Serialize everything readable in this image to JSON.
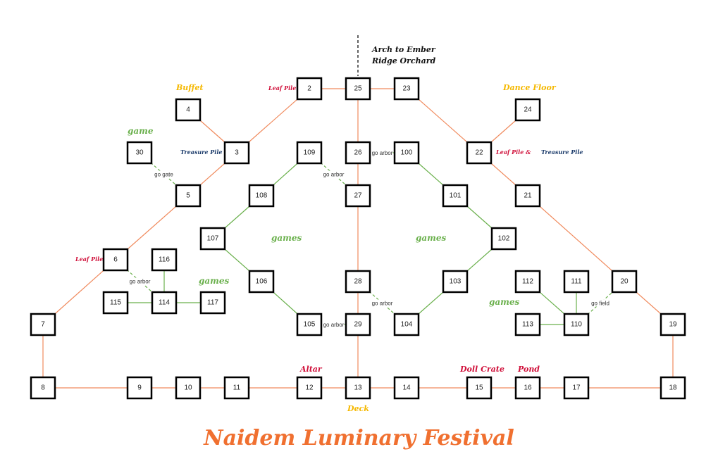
{
  "title": "Naidem Luminary Festival",
  "colors": {
    "path": "#f08a5d",
    "games": "#6ab04c",
    "title": "#f07030",
    "food": "#f5b800",
    "hazard": "#d0103a",
    "treasure": "#1a3a6a"
  },
  "nodes": [
    "2",
    "25",
    "23",
    "4",
    "24",
    "30",
    "3",
    "109",
    "26",
    "100",
    "22",
    "5",
    "108",
    "27",
    "101",
    "21",
    "107",
    "102",
    "6",
    "116",
    "106",
    "28",
    "103",
    "112",
    "111",
    "20",
    "115",
    "114",
    "117",
    "105",
    "29",
    "104",
    "113",
    "110",
    "7",
    "19",
    "8",
    "9",
    "10",
    "11",
    "12",
    "13",
    "14",
    "15",
    "16",
    "17",
    "18"
  ],
  "edges": {
    "main": [
      [
        "2",
        "25"
      ],
      [
        "25",
        "23"
      ],
      [
        "2",
        "3"
      ],
      [
        "4",
        "3"
      ],
      [
        "3",
        "5"
      ],
      [
        "5",
        "6"
      ],
      [
        "6",
        "7"
      ],
      [
        "7",
        "8"
      ],
      [
        "8",
        "9"
      ],
      [
        "9",
        "10"
      ],
      [
        "10",
        "11"
      ],
      [
        "11",
        "12"
      ],
      [
        "12",
        "13"
      ],
      [
        "13",
        "14"
      ],
      [
        "14",
        "15"
      ],
      [
        "15",
        "16"
      ],
      [
        "16",
        "17"
      ],
      [
        "17",
        "18"
      ],
      [
        "18",
        "19"
      ],
      [
        "19",
        "20"
      ],
      [
        "20",
        "21"
      ],
      [
        "21",
        "22"
      ],
      [
        "22",
        "24"
      ],
      [
        "22",
        "23"
      ],
      [
        "25",
        "26"
      ],
      [
        "26",
        "27"
      ],
      [
        "27",
        "28"
      ],
      [
        "28",
        "29"
      ],
      [
        "29",
        "13"
      ]
    ],
    "games": [
      [
        "109",
        "108"
      ],
      [
        "108",
        "107"
      ],
      [
        "107",
        "106"
      ],
      [
        "106",
        "105"
      ],
      [
        "100",
        "101"
      ],
      [
        "101",
        "102"
      ],
      [
        "102",
        "103"
      ],
      [
        "103",
        "104"
      ],
      [
        "116",
        "114"
      ],
      [
        "115",
        "114"
      ],
      [
        "114",
        "117"
      ],
      [
        "112",
        "110"
      ],
      [
        "111",
        "110"
      ],
      [
        "113",
        "110"
      ]
    ],
    "links": [
      {
        "from": "30",
        "to": "5",
        "label": "go gate"
      },
      {
        "from": "109",
        "to": "27",
        "label": "go arbor"
      },
      {
        "from": "26",
        "to": "100",
        "label": "go arbor"
      },
      {
        "from": "6",
        "to": "114",
        "label": "go arbor"
      },
      {
        "from": "28",
        "to": "104",
        "label": "go arbor"
      },
      {
        "from": "105",
        "to": "29",
        "label": "go arbor"
      },
      {
        "from": "110",
        "to": "20",
        "label": "go field"
      }
    ]
  },
  "labels": {
    "arch": "Arch to Ember\nRidge Orchard",
    "buffet": "Buffet",
    "dance_floor": "Dance Floor",
    "game_30": "game",
    "leaf_pile_2": "Leaf Pile",
    "leaf_pile_6": "Leaf Pile",
    "leaf_pile_22": "Leaf Pile &",
    "treasure_3": "Treasure Pile",
    "treasure_22": "Treasure Pile",
    "games_left": "games",
    "games_right": "games",
    "games_114": "games",
    "games_110": "games",
    "altar": "Altar",
    "deck": "Deck",
    "doll_crate": "Doll Crate",
    "pond": "Pond"
  }
}
